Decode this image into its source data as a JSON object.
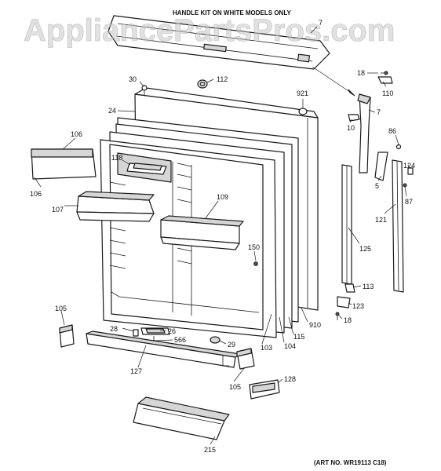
{
  "watermark": "AppliancePartsPros.com",
  "header_note": "HANDLE KIT ON WHITE MODELS ONLY",
  "art_number": "(ART NO. WR19113 C18)",
  "callouts": {
    "c7a": "7",
    "c7b": "7",
    "c18a": "18",
    "c18b": "18",
    "c110": "110",
    "c30": "30",
    "c112": "112",
    "c921": "921",
    "c24": "24",
    "c10": "10",
    "c86": "86",
    "c106a": "106",
    "c106b": "106",
    "c118": "118",
    "c5": "5",
    "c124": "124",
    "c87": "87",
    "c109": "109",
    "c107": "107",
    "c121": "121",
    "c125": "125",
    "c150": "150",
    "c113": "113",
    "c123": "123",
    "c105a": "105",
    "c105b": "105",
    "c910": "910",
    "c28": "28",
    "c26": "26",
    "c566": "566",
    "c29": "29",
    "c103": "103",
    "c104": "104",
    "c115": "115",
    "c127": "127",
    "c128": "128",
    "c215": "215"
  }
}
